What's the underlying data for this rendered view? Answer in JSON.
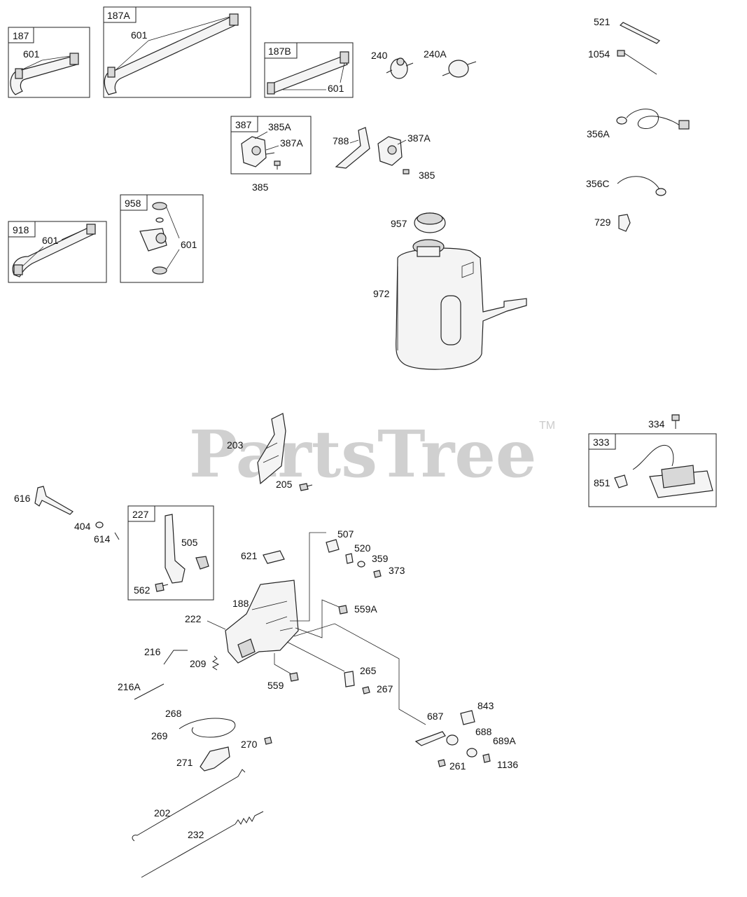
{
  "watermark": {
    "text": "PartsTree",
    "tm": "TM"
  },
  "boxes": {
    "b187": "187",
    "b187a": "187A",
    "b187b": "187B",
    "b387": "387",
    "b918": "918",
    "b958": "958",
    "b333": "333",
    "b227": "227"
  },
  "labels": {
    "l601a": "601",
    "l601b": "601",
    "l601c": "601",
    "l601d": "601",
    "l601e": "601",
    "l240": "240",
    "l240a": "240A",
    "l385a_in": "385A",
    "l387a_in": "387A",
    "l385_1": "385",
    "l788": "788",
    "l387a": "387A",
    "l385_2": "385",
    "l521": "521",
    "l1054": "1054",
    "l356a": "356A",
    "l356c": "356C",
    "l729": "729",
    "l957": "957",
    "l972": "972",
    "l203": "203",
    "l205": "205",
    "l334": "334",
    "l851": "851",
    "l616": "616",
    "l404": "404",
    "l614": "614",
    "l505": "505",
    "l562": "562",
    "l621": "621",
    "l507": "507",
    "l520": "520",
    "l359": "359",
    "l373": "373",
    "l188": "188",
    "l559a": "559A",
    "l222": "222",
    "l216": "216",
    "l209": "209",
    "l216a": "216A",
    "l559": "559",
    "l265": "265",
    "l267": "267",
    "l268": "268",
    "l269": "269",
    "l270": "270",
    "l271": "271",
    "l687": "687",
    "l843": "843",
    "l688": "688",
    "l689a": "689A",
    "l261": "261",
    "l1136": "1136",
    "l202": "202",
    "l232": "232"
  }
}
